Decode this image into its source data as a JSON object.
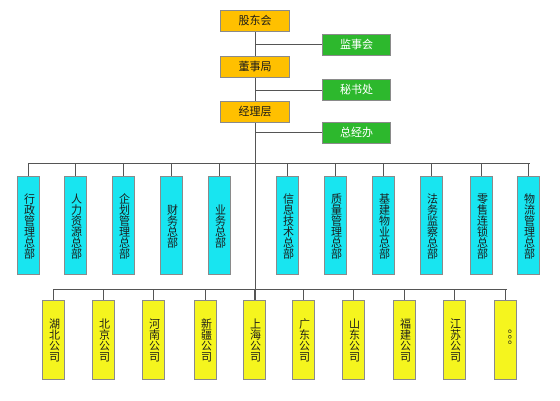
{
  "colors": {
    "gold": "#FFC000",
    "green": "#2DB82D",
    "cyan": "#18E5F0",
    "yellow": "#F5F51E"
  },
  "chain": [
    {
      "label": "股东会"
    },
    {
      "label": "董事局"
    },
    {
      "label": "经理层"
    }
  ],
  "side": [
    {
      "label": "监事会"
    },
    {
      "label": "秘书处"
    },
    {
      "label": "总经办"
    }
  ],
  "departments": [
    {
      "label": "行政管理总部"
    },
    {
      "label": "人力资源总部"
    },
    {
      "label": "企划管理总部"
    },
    {
      "label": "财务总部"
    },
    {
      "label": "业务总部"
    },
    {
      "label": "信息技术总部"
    },
    {
      "label": "质量管理总部"
    },
    {
      "label": "基建物业总部"
    },
    {
      "label": "法务监察总部"
    },
    {
      "label": "零售连锁总部"
    },
    {
      "label": "物流管理总部"
    }
  ],
  "branches": [
    {
      "label": "湖北公司"
    },
    {
      "label": "北京公司"
    },
    {
      "label": "河南公司"
    },
    {
      "label": "新疆公司"
    },
    {
      "label": "上海公司"
    },
    {
      "label": "广东公司"
    },
    {
      "label": "山东公司"
    },
    {
      "label": "福建公司"
    },
    {
      "label": "江苏公司"
    },
    {
      "label": "。。。"
    }
  ]
}
